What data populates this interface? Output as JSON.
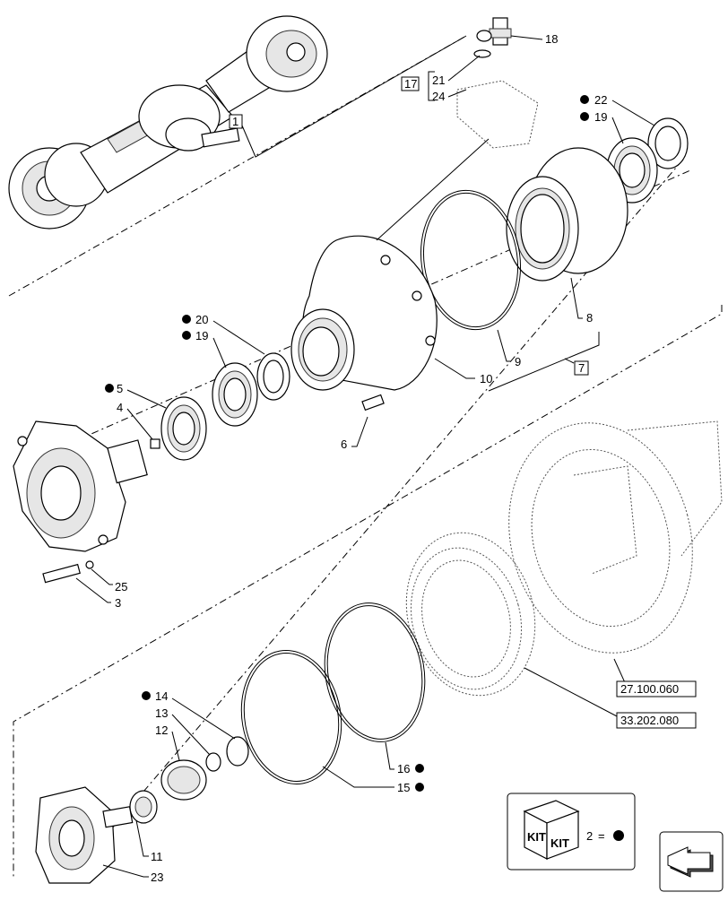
{
  "callouts": {
    "c1": "1",
    "c2": "2",
    "c3": "3",
    "c4": "4",
    "c5": "5",
    "c6": "6",
    "c7": "7",
    "c8": "8",
    "c9": "9",
    "c10": "10",
    "c11": "11",
    "c12": "12",
    "c13": "13",
    "c14": "14",
    "c15": "15",
    "c16": "16",
    "c17": "17",
    "c18": "18",
    "c19a": "19",
    "c19b": "19",
    "c20": "20",
    "c21": "21",
    "c22": "22",
    "c23": "23",
    "c24": "24",
    "c25": "25"
  },
  "references": {
    "ref1": "27.100.060",
    "ref2": "33.202.080"
  },
  "legend": {
    "kit_word": "KIT",
    "equals": "="
  },
  "icons": {
    "kit": "kit-box-icon",
    "nav": "next-page-arrow-icon",
    "bullet": "kit-bullet-icon"
  },
  "colors": {
    "line": "#000000",
    "shade": "#e6e6e6"
  }
}
